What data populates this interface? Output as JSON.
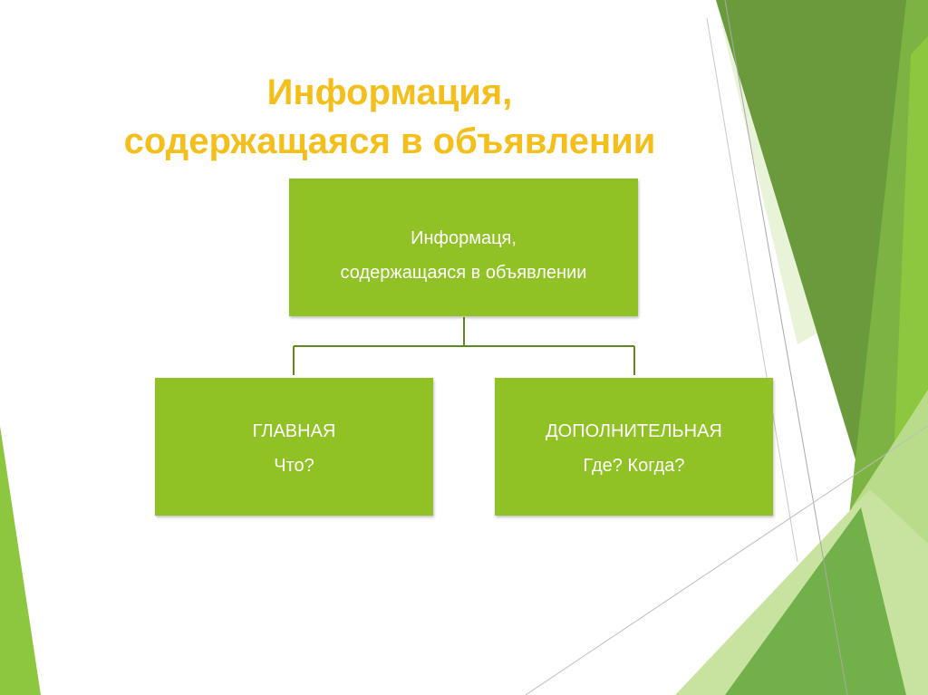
{
  "slide": {
    "title_line_1": "Информация,",
    "title_line_2": "содержащаяся в объявлении"
  },
  "diagram": {
    "root": {
      "line_1": "Информаця,",
      "line_2": "содержащаяся в объявлении"
    },
    "children": [
      {
        "line_1": "ГЛАВНАЯ",
        "line_2": "Что?"
      },
      {
        "line_1": "ДОПОЛНИТЕЛЬНАЯ",
        "line_2": "Где? Когда?"
      }
    ]
  },
  "colors": {
    "title": "#f4bf1a",
    "box_fill": "#90c226",
    "box_text": "#ffffff",
    "connector": "#5e8a1e",
    "decor_dark": "#6a9a3c",
    "decor_mid": "#8dc63f",
    "decor_light": "#c8e3a0"
  }
}
